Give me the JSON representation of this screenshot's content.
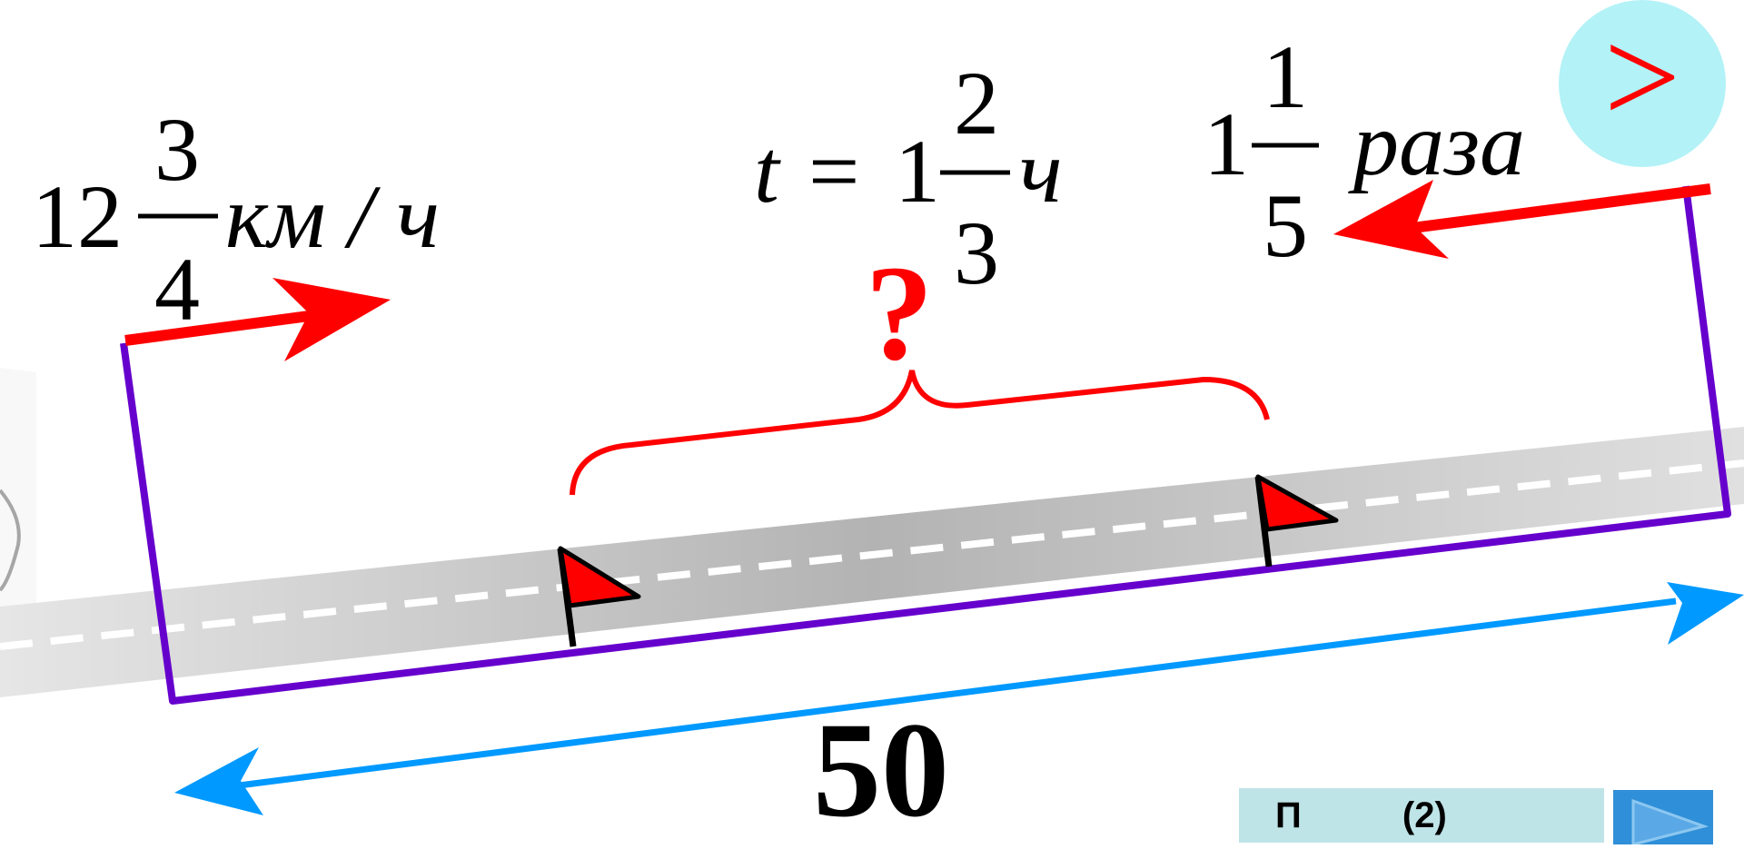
{
  "speed": {
    "whole": "12",
    "num": "3",
    "den": "4",
    "unit": "км / ч"
  },
  "time": {
    "var": "t",
    "eq": "=",
    "whole": "1",
    "num": "2",
    "den": "3",
    "unit": "ч"
  },
  "ratio": {
    "whole": "1",
    "num": "1",
    "den": "5",
    "word": "раза"
  },
  "compare_sign": ">",
  "question_mark": "?",
  "distance": "50",
  "bottom_button": {
    "label": "П          (2)"
  },
  "colors": {
    "arrow_red": "#ff0000",
    "bracket_purple": "#6600cc",
    "distance_blue": "#0099ff",
    "road_gray": "#c0c0c0",
    "circle_cyan": "#b3f2f7",
    "flag_red": "#ff0000"
  },
  "icons": [
    "flag-icon",
    "play-icon",
    "question-mark"
  ]
}
